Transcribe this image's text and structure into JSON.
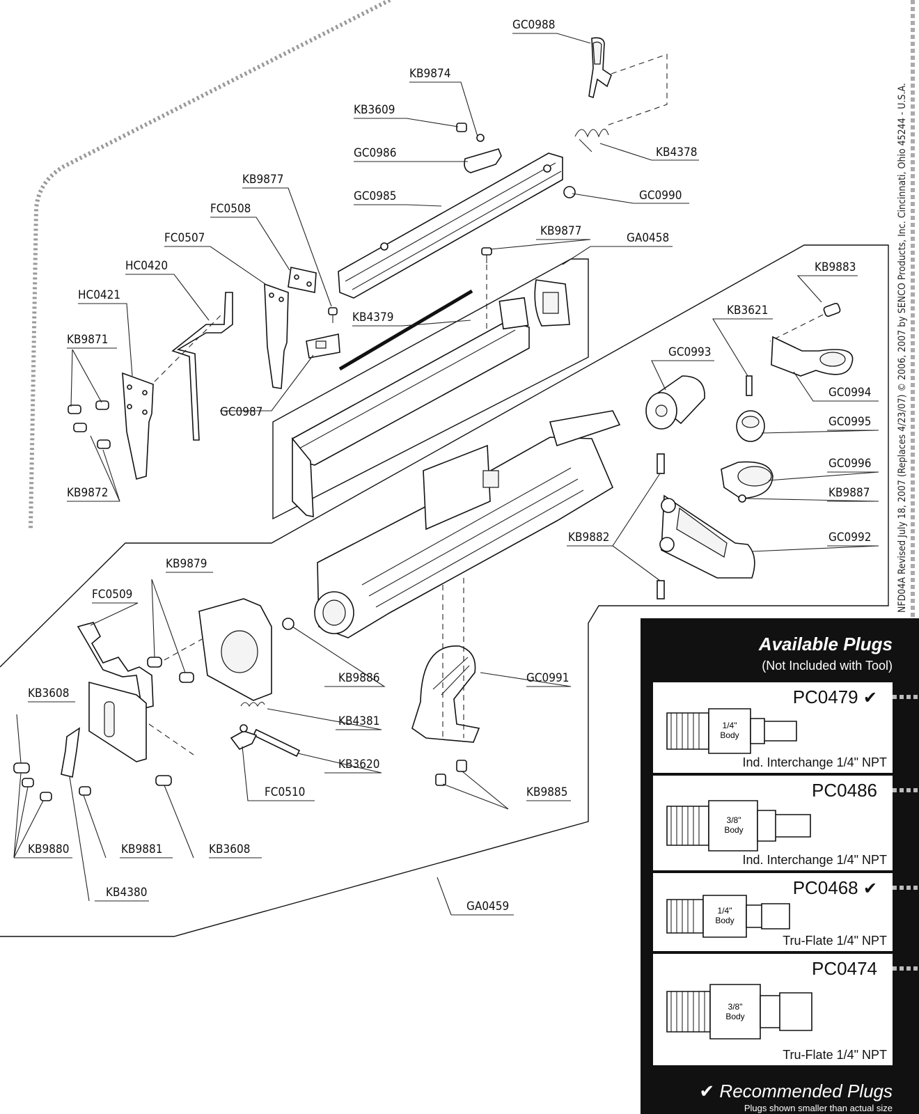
{
  "revision_text": "NFD04A Revised July 18, 2007 (Replaces 4/23/07) © 2006, 2007 by SENCO Products, Inc.  Cincinnati, Ohio 45244 - U.S.A.",
  "labels": {
    "gc0988": "GC0988",
    "kb9874": "KB9874",
    "kb3609": "KB3609",
    "gc0986": "GC0986",
    "kb4378": "KB4378",
    "gc0985": "GC0985",
    "gc0990": "GC0990",
    "kb9877_a": "KB9877",
    "kb9877_b": "KB9877",
    "fc0508": "FC0508",
    "fc0507": "FC0507",
    "ga0458": "GA0458",
    "hc0420": "HC0420",
    "hc0421": "HC0421",
    "kb4379": "KB4379",
    "kb9883": "KB9883",
    "kb9871": "KB9871",
    "kb3621": "KB3621",
    "gc0993": "GC0993",
    "gc0987": "GC0987",
    "gc0994": "GC0994",
    "gc0995": "GC0995",
    "gc0996": "GC0996",
    "kb9872": "KB9872",
    "kb9887": "KB9887",
    "kb9882": "KB9882",
    "gc0992": "GC0992",
    "kb9879": "KB9879",
    "fc0509": "FC0509",
    "kb9886": "KB9886",
    "gc0991": "GC0991",
    "kb3608_a": "KB3608",
    "kb4381": "KB4381",
    "kb3620": "KB3620",
    "fc0510": "FC0510",
    "kb9885": "KB9885",
    "kb9880": "KB9880",
    "kb9881": "KB9881",
    "kb3608_b": "KB3608",
    "kb4380": "KB4380",
    "ga0459": "GA0459"
  },
  "plugs": {
    "title": "Available Plugs",
    "subtitle": "(Not Included with Tool)",
    "check_glyph": "✔",
    "items": [
      {
        "code": "PC0479",
        "recommended": true,
        "body": [
          "1/4\"",
          "Body"
        ],
        "desc": "Ind. Interchange 1/4\" NPT"
      },
      {
        "code": "PC0486",
        "recommended": false,
        "body": [
          "3/8\"",
          "Body"
        ],
        "desc": "Ind. Interchange 1/4\" NPT"
      },
      {
        "code": "PC0468",
        "recommended": true,
        "body": [
          "1/4\"",
          "Body"
        ],
        "desc": "Tru-Flate 1/4\" NPT"
      },
      {
        "code": "PC0474",
        "recommended": false,
        "body": [
          "3/8\"",
          "Body"
        ],
        "desc": "Tru-Flate 1/4\" NPT"
      }
    ],
    "recommended_title": "✔ Recommended Plugs",
    "note": "Plugs shown smaller than actual size"
  }
}
